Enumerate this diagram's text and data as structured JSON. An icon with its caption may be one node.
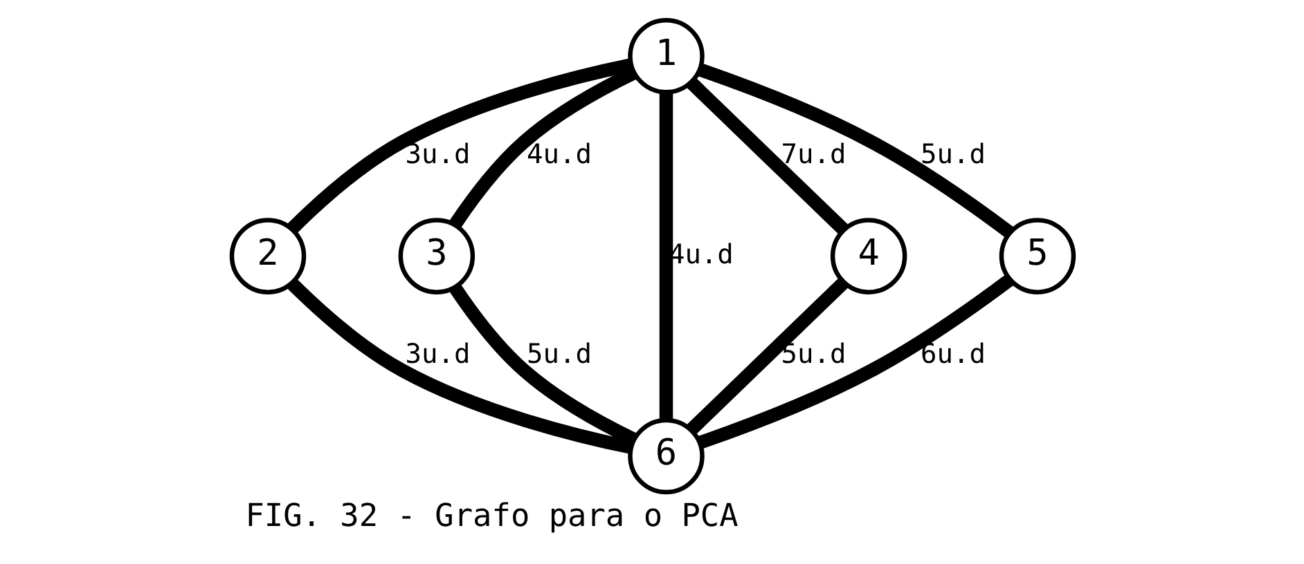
{
  "diagram": {
    "caption": "FIG. 32 - Grafo para o PCA",
    "nodes": [
      {
        "text": [
          "1"
        ]
      },
      {
        "text": [
          "2"
        ]
      },
      {
        "text": [
          "3"
        ]
      },
      {
        "text": [
          "4"
        ]
      },
      {
        "text": [
          "5"
        ]
      },
      {
        "text": [
          "6"
        ]
      }
    ],
    "edges": [
      {
        "from": 0,
        "to": 1,
        "arrow": "none",
        "label": "3u.d"
      },
      {
        "from": 0,
        "to": 2,
        "arrow": "none",
        "label": "4u.d"
      },
      {
        "from": 0,
        "to": 5,
        "arrow": "none",
        "label": "4u.d"
      },
      {
        "from": 0,
        "to": 3,
        "arrow": "none",
        "label": "7u.d"
      },
      {
        "from": 0,
        "to": 4,
        "arrow": "none",
        "label": "5u.d"
      },
      {
        "from": 1,
        "to": 5,
        "arrow": "none",
        "label": "3u.d"
      },
      {
        "from": 2,
        "to": 5,
        "arrow": "none",
        "label": "5u.d"
      },
      {
        "from": 3,
        "to": 5,
        "arrow": "none",
        "label": "5u.d"
      },
      {
        "from": 4,
        "to": 5,
        "arrow": "none",
        "label": "6u.d"
      }
    ]
  }
}
